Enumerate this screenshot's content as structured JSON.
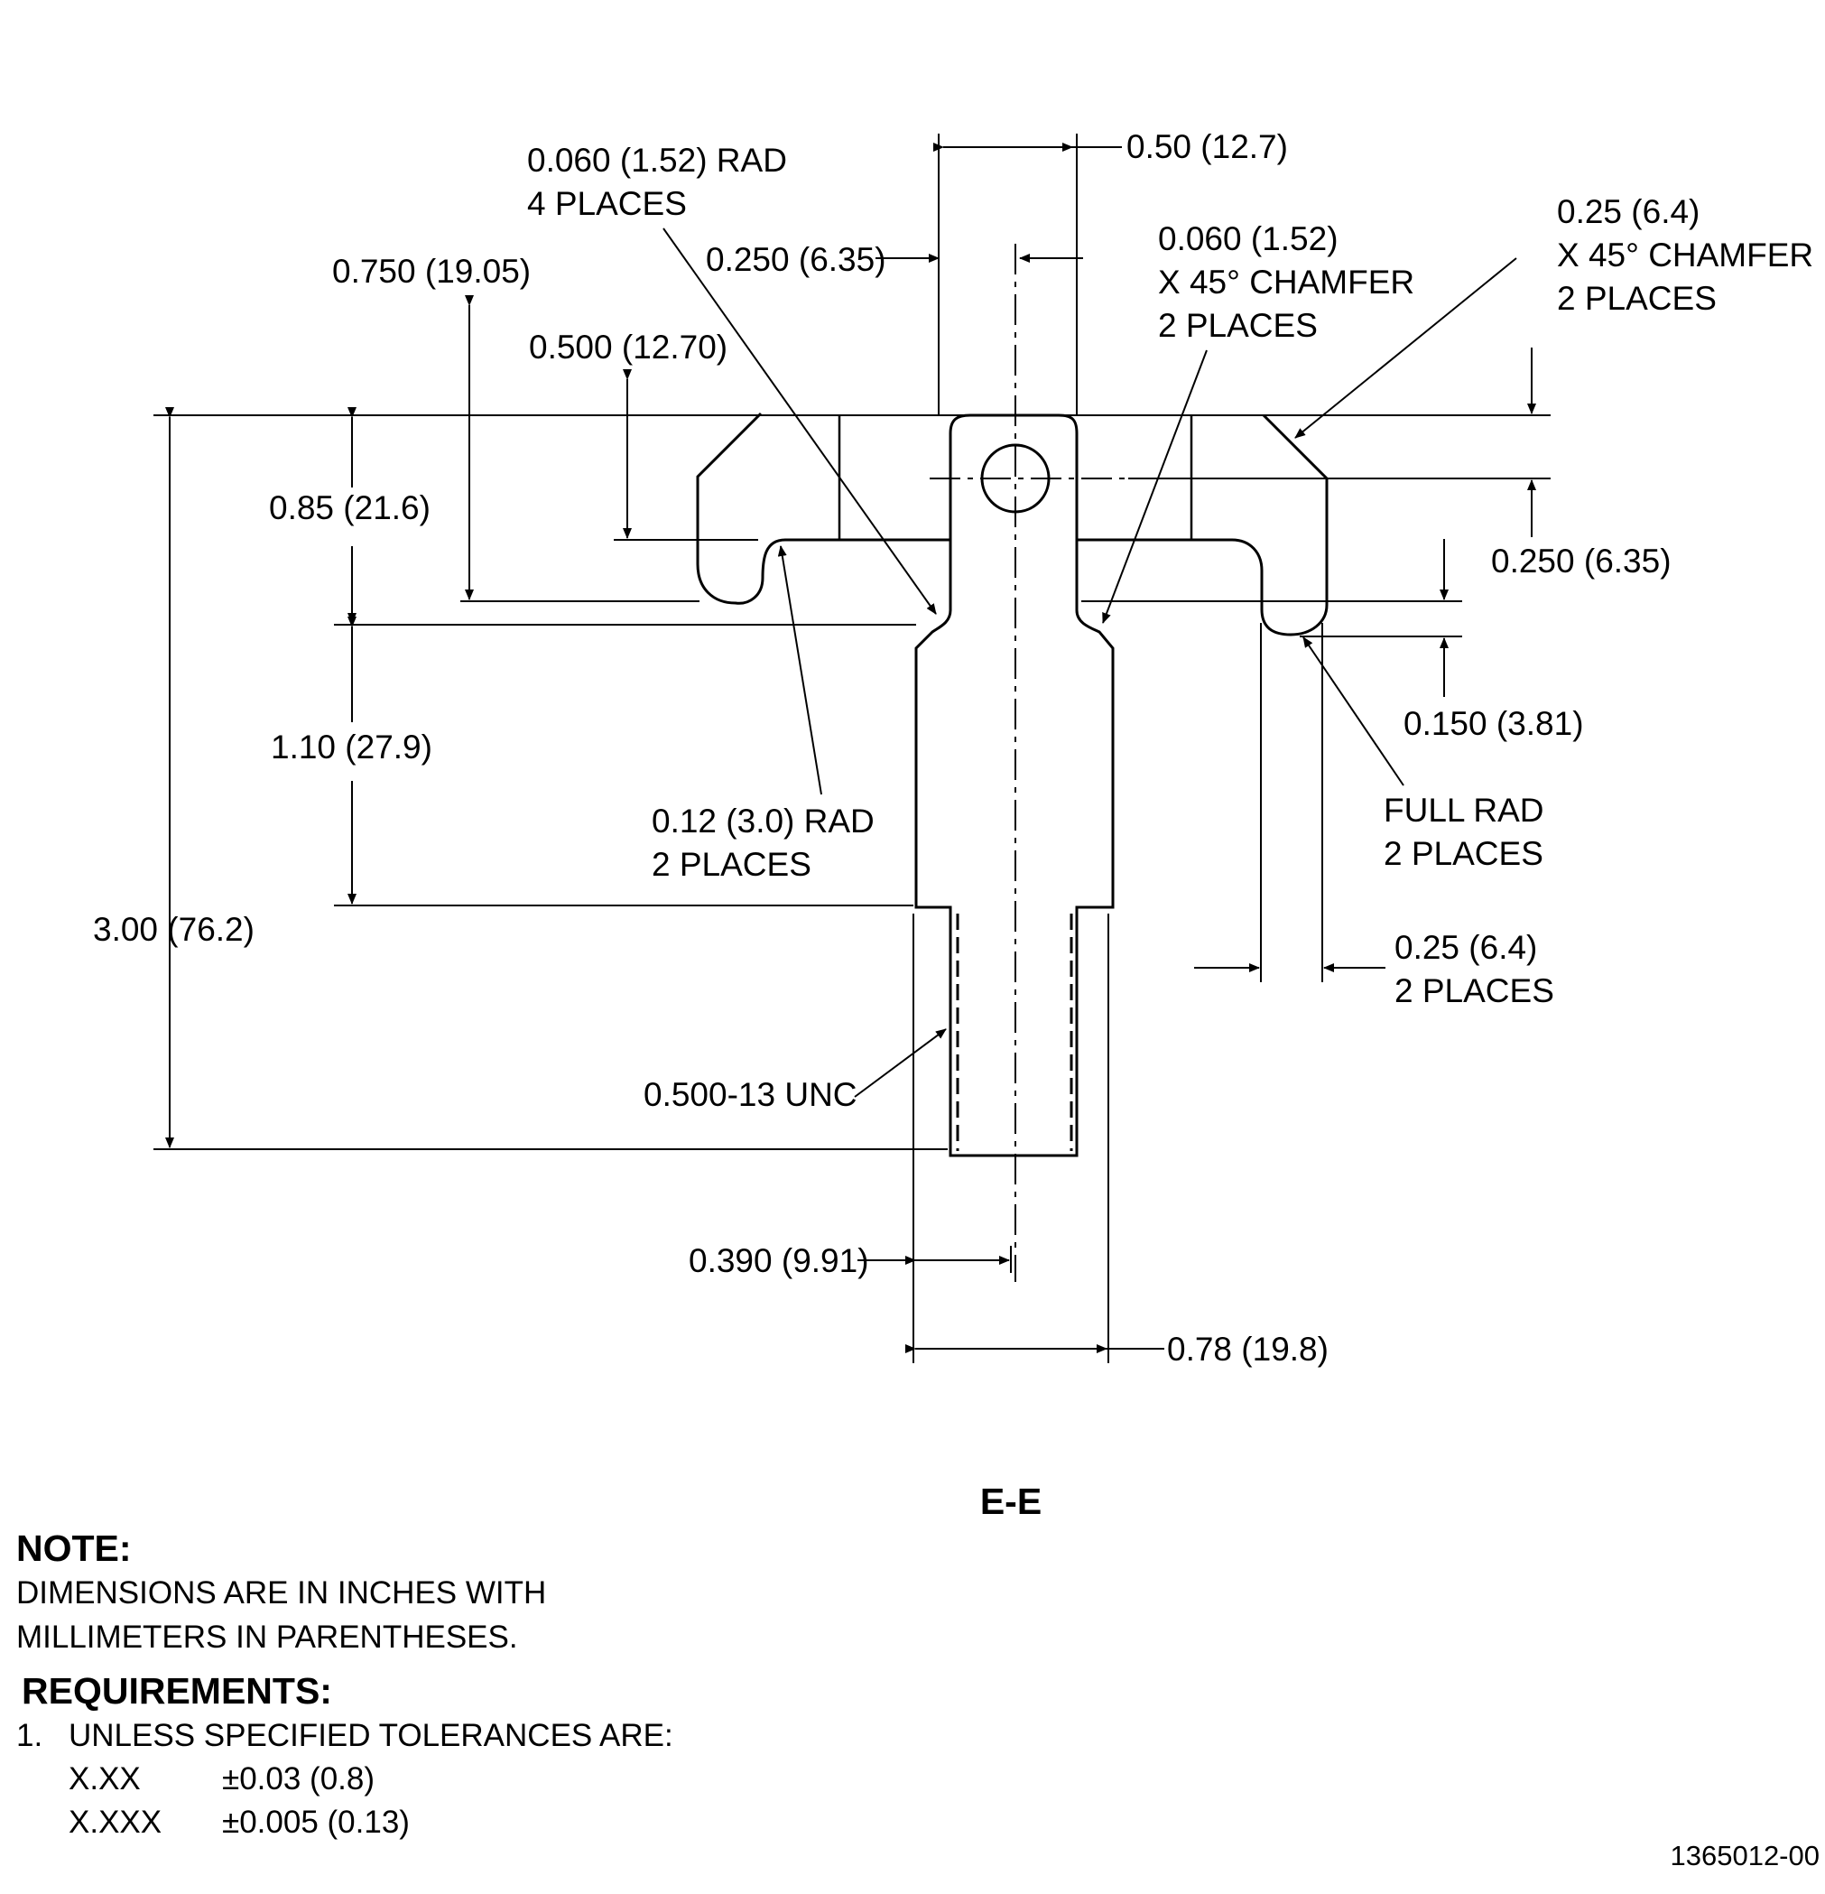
{
  "view_label": "E-E",
  "drawing_number": "1365012-00",
  "dimensions": {
    "d_050": "0.50 (12.7)",
    "d_060_rad_1": "0.060 (1.52) RAD",
    "d_060_rad_2": "4 PLACES",
    "d_0250": "0.250 (6.35)",
    "d_0750": "0.750 (19.05)",
    "d_chamfer060_1": "0.060 (1.52)",
    "d_chamfer060_2": "X 45° CHAMFER",
    "d_chamfer060_3": "2 PLACES",
    "d_chamfer025_1": "0.25 (6.4)",
    "d_chamfer025_2": "X 45° CHAMFER",
    "d_chamfer025_3": "2 PLACES",
    "d_0500": "0.500 (12.70)",
    "d_085": "0.85 (21.6)",
    "d_0250_right": "0.250 (6.35)",
    "d_110": "1.10 (27.9)",
    "d_0150": "0.150 (3.81)",
    "d_012_rad_1": "0.12 (3.0) RAD",
    "d_012_rad_2": "2 PLACES",
    "d_fullrad_1": "FULL RAD",
    "d_fullrad_2": "2 PLACES",
    "d_300": "3.00 (76.2)",
    "d_025_places_1": "0.25 (6.4)",
    "d_025_places_2": "2 PLACES",
    "d_thread": "0.500-13 UNC",
    "d_0390": "0.390 (9.91)",
    "d_078": "0.78 (19.8)"
  },
  "notes": {
    "note_heading": "NOTE:",
    "note_line_1": "DIMENSIONS ARE IN INCHES WITH",
    "note_line_2": "MILLIMETERS IN PARENTHESES.",
    "requirements_heading": "REQUIREMENTS:",
    "req_1_number": "1.",
    "req_1_text": "UNLESS SPECIFIED TOLERANCES ARE:",
    "tolerances": [
      {
        "format": "X.XX",
        "value": "±0.03 (0.8)"
      },
      {
        "format": "X.XXX",
        "value": "±0.005 (0.13)"
      }
    ]
  }
}
